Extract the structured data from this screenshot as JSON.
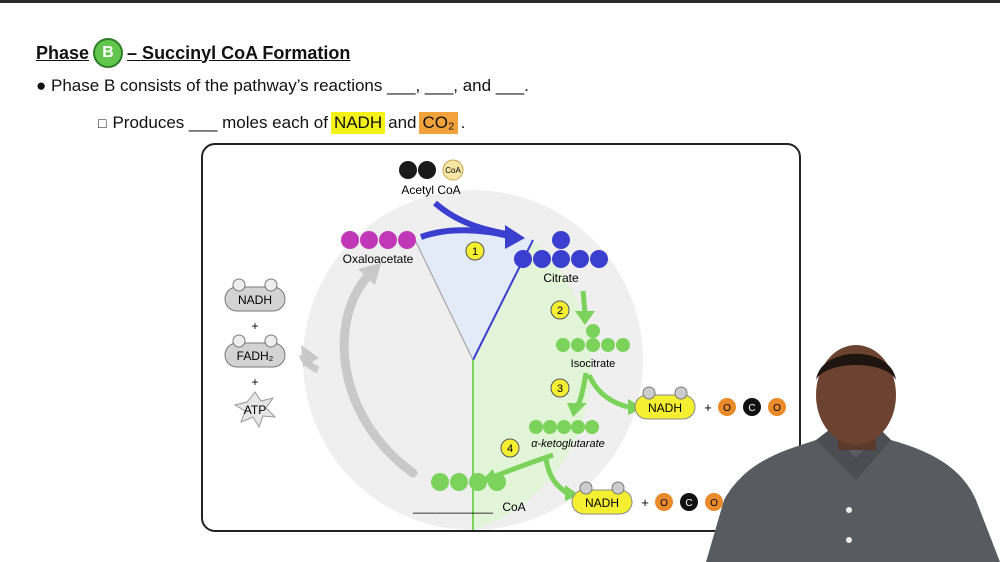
{
  "header": {
    "title_prefix": "Phase",
    "badge": "B",
    "title_suffix": "– Succinyl CoA Formation"
  },
  "bullet1": {
    "bullet": "●",
    "text": "Phase B consists of the pathway’s reactions ___, ___, and ___."
  },
  "bullet2": {
    "bullet": "□",
    "text_before": "Produces ___ moles each of",
    "nadh": "NADH",
    "and": "and",
    "co2": "CO₂",
    "end": "."
  },
  "diagram": {
    "acetyl_coa": "Acetyl CoA",
    "coa_tag": "CoA",
    "oxaloacetate": "Oxaloacetate",
    "citrate": "Citrate",
    "isocitrate": "Isocitrate",
    "ketoglutarate": "α-ketoglutarate",
    "step1": "1",
    "step2": "2",
    "step3": "3",
    "step4": "4",
    "coa_label": "CoA",
    "blank": "____________",
    "left_nadh": "NADH",
    "plus": "+",
    "left_fadh2": "FADH₂",
    "atp": "ATP",
    "out_nadh_1": "NADH",
    "out_nadh_2": "NADH",
    "o": "O",
    "c": "C",
    "minus": "−"
  },
  "colors": {
    "green": "#7bd35b",
    "purple": "#3b3fd0",
    "magenta": "#c037b8",
    "yellow": "#f5ef32",
    "orange": "#e98b2a",
    "gray": "#c9c9c9"
  }
}
